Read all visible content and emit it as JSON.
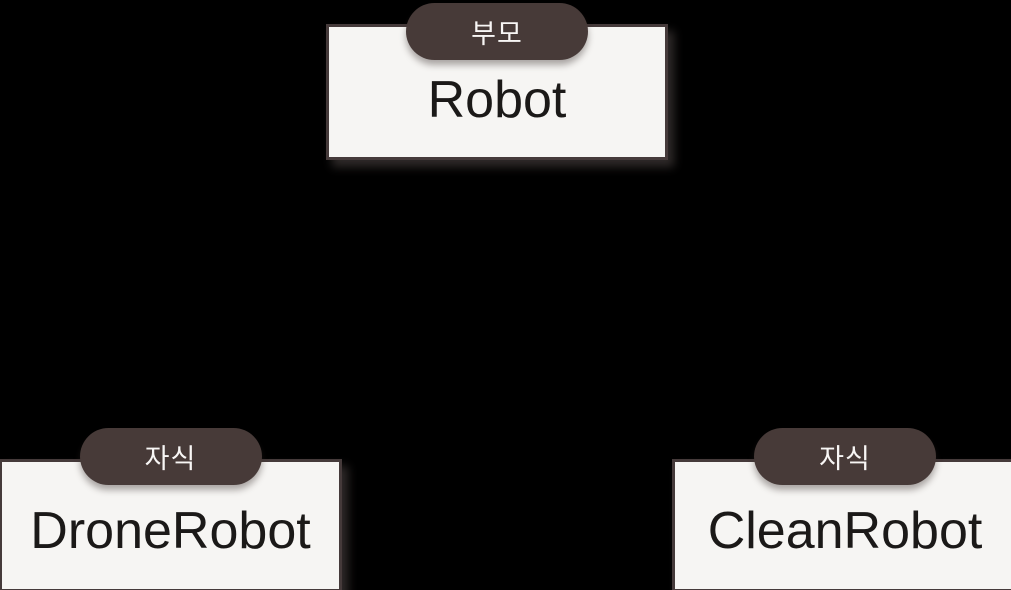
{
  "diagram": {
    "kind": "class-inheritance-diagram",
    "colors": {
      "background": "#000000",
      "badge_bg": "#473a38",
      "badge_text": "#f8f6f5",
      "box_fill": "#f6f5f3",
      "box_border": "#453a3a",
      "label_text": "#1b1918"
    },
    "nodes": [
      {
        "id": "robot",
        "role": "parent",
        "badge": "부모",
        "label": "Robot"
      },
      {
        "id": "drone-robot",
        "role": "child",
        "badge": "자식",
        "label": "DroneRobot"
      },
      {
        "id": "clean-robot",
        "role": "child",
        "badge": "자식",
        "label": "CleanRobot"
      }
    ]
  }
}
